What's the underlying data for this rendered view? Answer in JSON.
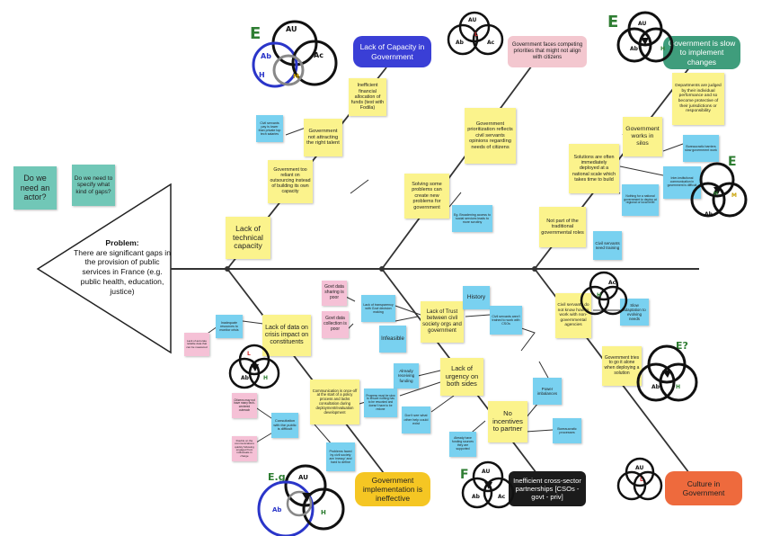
{
  "problem": {
    "heading": "Problem:",
    "text": "There are significant gaps in the provision of public services in France (e.g. public health, education, justice)"
  },
  "side_notes": {
    "actor": "Do we need an actor?",
    "specify": "Do we need to specify what kind of gaps?"
  },
  "categories": {
    "capacity": "Lack of Capacity in Government",
    "priorities": "Government faces competing priorities that might not align with citizens",
    "slow": "Government is slow to implement changes",
    "implementation": "Government implementation is ineffective",
    "partnerships": "Inefficient cross-sector partnerships [CSOs - govt - priv]",
    "culture": "Culture in Government"
  },
  "nodes": {
    "lack_technical": "Lack of technical capacity",
    "inefficient_funds": "Inefficient financial allocation of funds (test with Fodila)",
    "not_attracting": "Government not attracting the right talent",
    "outsourcing": "Government too reliant on outsourcing instead of building its own capacity",
    "civil_servants_pay": "Civil servants pay is lower than private top tech salaries",
    "prioritization": "Government prioritization reflects civil servants opinions regarding needs of citizens",
    "solving_problems": "Solving some problems can create new problems for government",
    "eg_problem": "Eg. Broadening access to social services leads to more scrutiny",
    "judged": "Departments are judged by their individual performance and so become protective of their jurisdictions or responsibility",
    "silos": "Government works in silos",
    "bureaucratic": "Bureaucratic barriers slow government work",
    "solutions_deployed": "Solutions are often immediately deployed at a national scale which takes time to build",
    "inter_institutional": "Inter-institutional communication in government is difficult",
    "nothing_for_govt": "Nothing for a national government to deploy at regional or local level",
    "not_part": "Not part of the traditional governmental roles",
    "civil_training": "Civil servants need training",
    "data_sharing": "Govt data sharing is poor",
    "data_collection": "Govt data collection is poor",
    "lack_transparency": "Lack of transparency with Govt decision making",
    "lack_data": "Lack of data on crisis impact on constituents",
    "inadequate_resources": "Inadequate resources to monitor crisis",
    "lack_accurate": "Lack of accurate reliable data that can be measured",
    "lack_trust": "Lack of Trust between civil society orgs and government",
    "history": "History",
    "civil_not_trained": "Civil servants aren't trained to work with CSOs",
    "infeasible": "Infeasible",
    "civil_dont_know": "Civil servants do not know how to work with non-governmental agencies",
    "slow_adaptation": "Slow adaptation to evolving needs",
    "tries_alone": "Government tries to go it alone when deploying a solution",
    "lack_urgency": "Lack of urgency on both sides",
    "already_funding": "Already receiving funding",
    "communication_once": "Communication is once-off at the start of a policy process and lacks consultation during deployment/evaluation development",
    "progress_slow": "Progress must be slow to ensure nothing has to be reworked and doesn't have to be redone",
    "dont_see": "Don't see what other help could exist",
    "no_incentives": "No incentives to partner",
    "power_imbalances": "Power imbalances",
    "bureaucratic_processes": "Bureaucratic processes",
    "already_funding2": "Already have funding sources they are supported",
    "citizens_may": "Citizens may not have many tech-centered outreach",
    "consultation": "Consultation with the public is difficult",
    "doubts": "Doubts on the communications quickly following engaged from individuals in charge",
    "problems_faced": "Problems faced by civil society are 'messy' and hard to define"
  },
  "sketch_labels": {
    "e": "E",
    "e_q": "E?",
    "e_g": "E.g.",
    "f": "F",
    "au": "AU",
    "ac": "Ac",
    "ab": "Ab",
    "h": "H",
    "m": "M",
    "l": "L"
  },
  "colors": {
    "capacity": "#3a3fd6",
    "priorities": "#f3c7cf",
    "slow": "#3f9d7c",
    "implementation": "#f5c623",
    "partnerships": "#1b1b1b",
    "culture": "#ee6a3d",
    "sticky_yellow": "#fbf38c",
    "sticky_blue": "#79d1f0",
    "sticky_pink": "#f5c1d6",
    "sticky_teal": "#71c7b7"
  }
}
